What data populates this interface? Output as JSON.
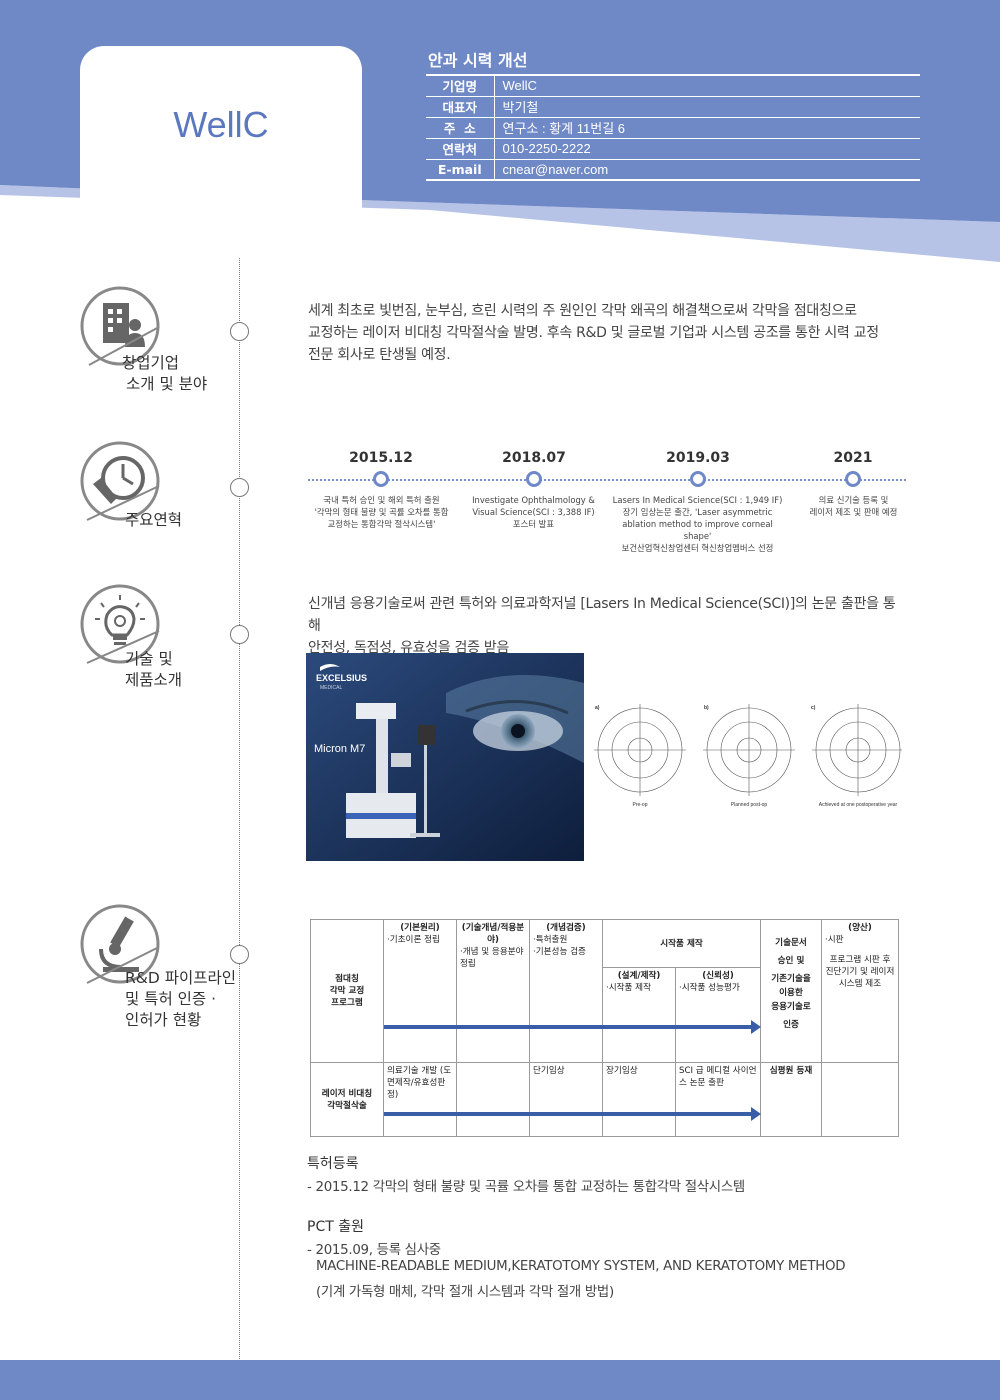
{
  "header": {
    "logo": "WellC",
    "title": "안과 시력 개선",
    "rows": [
      {
        "key": "기업명",
        "value": "WellC"
      },
      {
        "key": "대표자",
        "value": "박기철"
      },
      {
        "key": "주  소",
        "value": "연구소 : 황계 11번길 6"
      },
      {
        "key": "연락처",
        "value": "010-2250-2222"
      },
      {
        "key": "E-mail",
        "value": "cnear@naver.com"
      }
    ]
  },
  "sections": {
    "intro": {
      "label": [
        "창업기업",
        "소개 및 분야"
      ],
      "icon": "building-person-icon",
      "lines": [
        "세계 최초로 빛번짐, 눈부심, 흐린 시력의 주 원인인 각막 왜곡의 해결책으로써 각막을 점대칭으로",
        "교정하는 레이저 비대칭 각막절삭술 발명.  후속 R&D 및 글로벌 기업과 시스템 공조를 통한 시력 교정",
        "전문 회사로 탄생될 예정."
      ]
    },
    "history": {
      "label": [
        "주요연혁"
      ],
      "icon": "clock-pencil-icon",
      "items": [
        {
          "year": "2015.12",
          "desc": [
            "국내 특허 승인 및 해외 특허 출원",
            "'각막의 형태 불량 및 곡률 오차를 통합",
            "교정하는 통합각막 절삭시스템'"
          ]
        },
        {
          "year": "2018.07",
          "desc": [
            "Investigate Ophthalmology &",
            "Visual Science(SCI : 3,388 IF)",
            "포스터 발표"
          ]
        },
        {
          "year": "2019.03",
          "desc": [
            "Lasers In Medical Science(SCI : 1,949 IF)",
            "장기 임상논문 출간, 'Laser asymmetric",
            "ablation method to improve corneal shape'",
            "보건산업혁신창업센터 혁신창업멤버스 선정"
          ]
        },
        {
          "year": "2021",
          "desc": [
            "의료 신기술 등록 및",
            "레이저 제조 및 판매 예정"
          ]
        }
      ]
    },
    "tech": {
      "label": [
        "기술 및",
        "제품소개"
      ],
      "icon": "lightbulb-gear-icon",
      "lines": [
        "신개념 응용기술로써 관련 특허와 의료과학저널 [Lasers In Medical Science(SCI)]의 논문 출판을 통해",
        "안전성, 독점성, 유효성을 검증 받음"
      ],
      "product": {
        "brand": "EXCELSIUS",
        "brand_sub": "MEDICAL",
        "model": "Micron M7"
      },
      "topo": {
        "labels": [
          "a)",
          "b)",
          "c)"
        ],
        "captions": [
          "Pre-op",
          "Planned post-op",
          "Achieved at one postoperative year"
        ]
      }
    },
    "rd": {
      "label": [
        "R&D 파이프라인",
        "및 특허 인증 ·",
        "인허가 현황"
      ],
      "icon": "microscope-icon",
      "table": {
        "row1_label": [
          "점대칭",
          "각막 교정",
          "프로그램"
        ],
        "row2_label": [
          "레이저 비대칭",
          "각막절삭술"
        ],
        "c1_head": "(기본원리)",
        "c1_body": "·기초이론 정립",
        "c2_head": "(기술개념/적용분야)",
        "c2_body": "·개념 및 응용분야 정립",
        "c3_head": "(개념검증)",
        "c3_body1": "·특허출원",
        "c3_body2": "·기본성능 검증",
        "proto_head": "시작품 제작",
        "c4_head": "(설계/제작)",
        "c4_body": "·시작품 제작",
        "c5_head": "(신뢰성)",
        "c5_body": "·시작품 성능평가",
        "c6_lines": [
          "기술문서",
          "승인 및",
          "기존기술을",
          "이용한",
          "응용기술로",
          "인증"
        ],
        "c7_head": "(양산)",
        "c7_body1": "·시판",
        "c7_body2": "프로그램 시판 후 진단기기 및 레이저 시스템 제조",
        "r2_c1": "의료기술 개발 (도면제작/유효성판정)",
        "r2_c3": "단기임상",
        "r2_c4": "장기임상",
        "r2_c5": "SCI 급 메디컬 사이언스 논문 출판",
        "r2_c6": "심평원 등재"
      },
      "patent": {
        "h1": "특허등록",
        "l1": "- 2015.12  각막의 형태 불량 및 곡률 오차를 통합 교정하는 통합각막 절삭시스템",
        "h2": "PCT 출원",
        "l2": "- 2015.09, 등록 심사중",
        "l3": "MACHINE-READABLE MEDIUM,KERATOTOMY SYSTEM, AND KERATOTOMY METHOD",
        "l4": "(기계 가독형 매체, 각막 절개 시스템과 각막 절개 방법)"
      }
    }
  },
  "colors": {
    "accent": "#6f88c6",
    "accent_light": "#a9b8e0",
    "logo": "#5b78bf"
  }
}
